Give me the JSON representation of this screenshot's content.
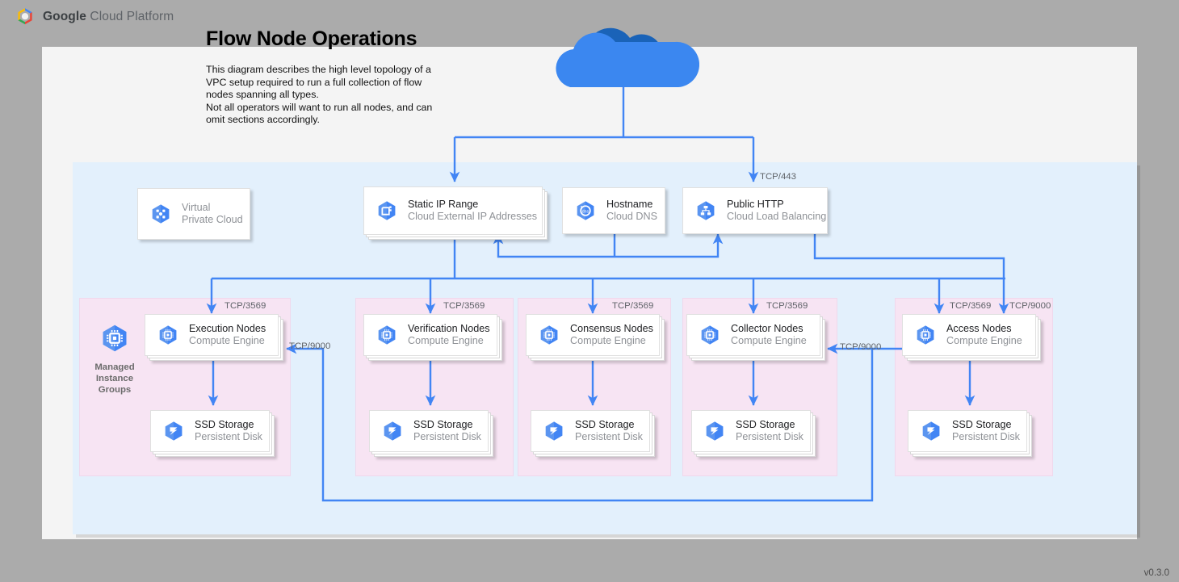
{
  "brand": {
    "bold": "Google",
    "rest": " Cloud Platform",
    "logo_icon": "gcp-hexagon-logo"
  },
  "header": {
    "title": "Flow Node Operations",
    "description": "This diagram describes the high level topology of a VPC setup required to run a full collection of flow nodes spanning all types.\nNot all operators will want to run all nodes, and can omit sections accordingly."
  },
  "version": "v0.3.0",
  "internet": {
    "icon": "cloud-icon"
  },
  "top_nodes": [
    {
      "title": "Virtual",
      "subtitle": "Private Cloud",
      "icon": "virtual-private-cloud-icon",
      "muted": true,
      "stacked": false
    },
    {
      "title": "Static IP Range",
      "subtitle": "Cloud External IP Addresses",
      "icon": "static-ip-range-icon",
      "muted": false,
      "stacked": true
    },
    {
      "title": "Hostname",
      "subtitle": "Cloud DNS",
      "icon": "cloud-dns-icon",
      "muted": false,
      "stacked": false
    },
    {
      "title": "Public HTTP",
      "subtitle": "Cloud Load Balancing",
      "icon": "cloud-load-balancing-icon",
      "muted": false,
      "stacked": false
    }
  ],
  "groups": [
    {
      "caption": "Managed\nInstance\nGroups",
      "caption_icon": "compute-engine-icon",
      "node": {
        "title": "Execution Nodes",
        "subtitle": "Compute Engine",
        "icon": "compute-engine-icon"
      },
      "storage": {
        "title": "SSD Storage",
        "subtitle": "Persistent Disk",
        "icon": "persistent-disk-icon"
      },
      "ingress_port": "TCP/3569"
    },
    {
      "caption": "",
      "node": {
        "title": "Verification Nodes",
        "subtitle": "Compute Engine",
        "icon": "compute-engine-icon"
      },
      "storage": {
        "title": "SSD Storage",
        "subtitle": "Persistent Disk",
        "icon": "persistent-disk-icon"
      },
      "ingress_port": "TCP/3569"
    },
    {
      "caption": "",
      "node": {
        "title": "Consensus Nodes",
        "subtitle": "Compute Engine",
        "icon": "compute-engine-icon"
      },
      "storage": {
        "title": "SSD Storage",
        "subtitle": "Persistent Disk",
        "icon": "persistent-disk-icon"
      },
      "ingress_port": "TCP/3569"
    },
    {
      "caption": "",
      "node": {
        "title": "Collector Nodes",
        "subtitle": "Compute Engine",
        "icon": "compute-engine-icon"
      },
      "storage": {
        "title": "SSD Storage",
        "subtitle": "Persistent Disk",
        "icon": "persistent-disk-icon"
      },
      "ingress_port": "TCP/3569"
    },
    {
      "caption": "",
      "node": {
        "title": "Access Nodes",
        "subtitle": "Compute Engine",
        "icon": "compute-engine-icon"
      },
      "storage": {
        "title": "SSD Storage",
        "subtitle": "Persistent Disk",
        "icon": "persistent-disk-icon"
      },
      "ingress_port": "TCP/3569"
    }
  ],
  "edge_labels": {
    "tcp443": "TCP/443",
    "tcp9000_access": "TCP/9000",
    "tcp9000_collector": "TCP/9000",
    "tcp9000_execution": "TCP/9000"
  },
  "colors": {
    "wire": "#4285f4",
    "vpc_fill": "#e3f0fc",
    "group_fill": "#f7e4f3",
    "page_fill": "#f4f4f4",
    "canvas": "#ababab",
    "accent": "#4285f4",
    "cloud_dark": "#1a63b8"
  }
}
